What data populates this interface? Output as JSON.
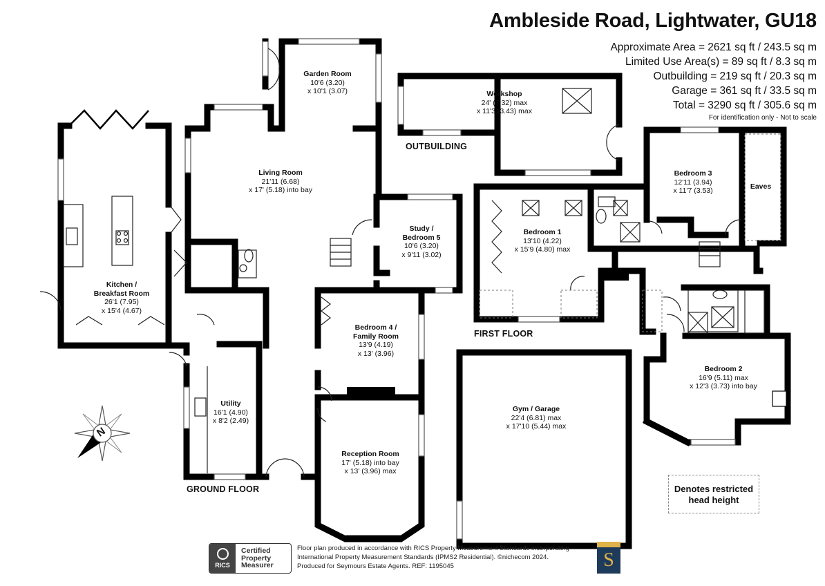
{
  "header": {
    "title": "Ambleside Road, Lightwater, GU18",
    "areas": [
      "Approximate Area = 2621 sq ft / 243.5 sq m",
      "Limited Use Area(s) = 89 sq ft / 8.3 sq m",
      "Outbuilding = 219 sq ft / 20.3 sq m",
      "Garage = 361 sq ft / 33.5 sq m",
      "Total = 3290 sq ft / 305.6 sq m"
    ],
    "disclaimer": "For identification only - Not to scale"
  },
  "floors": {
    "ground": "GROUND FLOOR",
    "first": "FIRST FLOOR",
    "outbuilding": "OUTBUILDING"
  },
  "rooms": {
    "garden_room": {
      "name": "Garden Room",
      "dims": [
        "10'6 (3.20)",
        "x 10'1 (3.07)"
      ]
    },
    "workshop": {
      "name": "Workshop",
      "dims": [
        "24' (7.32) max",
        "x 11'3 (3.43) max"
      ]
    },
    "living_room": {
      "name": "Living Room",
      "dims": [
        "21'11 (6.68)",
        "x 17' (5.18) into bay"
      ]
    },
    "study": {
      "name": "Study /",
      "name2": "Bedroom 5",
      "dims": [
        "10'6 (3.20)",
        "x 9'11 (3.02)"
      ]
    },
    "kitchen": {
      "name": "Kitchen /",
      "name2": "Breakfast Room",
      "dims": [
        "26'1 (7.95)",
        "x 15'4 (4.67)"
      ]
    },
    "bedroom4": {
      "name": "Bedroom 4 /",
      "name2": "Family Room",
      "dims": [
        "13'9 (4.19)",
        "x 13' (3.96)"
      ]
    },
    "utility": {
      "name": "Utility",
      "dims": [
        "16'1 (4.90)",
        "x 8'2 (2.49)"
      ]
    },
    "reception": {
      "name": "Reception Room",
      "dims": [
        "17' (5.18) into bay",
        "x 13' (3.96) max"
      ]
    },
    "bedroom1": {
      "name": "Bedroom 1",
      "dims": [
        "13'10 (4.22)",
        "x 15'9 (4.80) max"
      ]
    },
    "bedroom3": {
      "name": "Bedroom 3",
      "dims": [
        "12'11 (3.94)",
        "x 11'7 (3.53)"
      ]
    },
    "eaves": {
      "name": "Eaves"
    },
    "bedroom2": {
      "name": "Bedroom 2",
      "dims": [
        "16'9 (5.11) max",
        "x 12'3 (3.73) into bay"
      ]
    },
    "gym": {
      "name": "Gym / Garage",
      "dims": [
        "22'4 (6.81) max",
        "x 17'10 (5.44) max"
      ]
    }
  },
  "compass": {
    "letter": "N"
  },
  "legend": {
    "line1": "Denotes restricted",
    "line2": "head height"
  },
  "footer": {
    "rics_brand": "RICS",
    "rics_lines": [
      "Certified",
      "Property",
      "Measurer"
    ],
    "lines": [
      "Floor plan produced in accordance with RICS Property Measurement Standards incorporating",
      "International Property Measurement Standards (IPMS2 Residential).  ©nichecom 2024.",
      "Produced for Seymours Estate Agents.   REF: 1195045"
    ],
    "brand_letter": "S"
  },
  "colors": {
    "walls": "#000000",
    "brand_navy": "#1f3b5b",
    "brand_gold": "#e0b34a"
  }
}
